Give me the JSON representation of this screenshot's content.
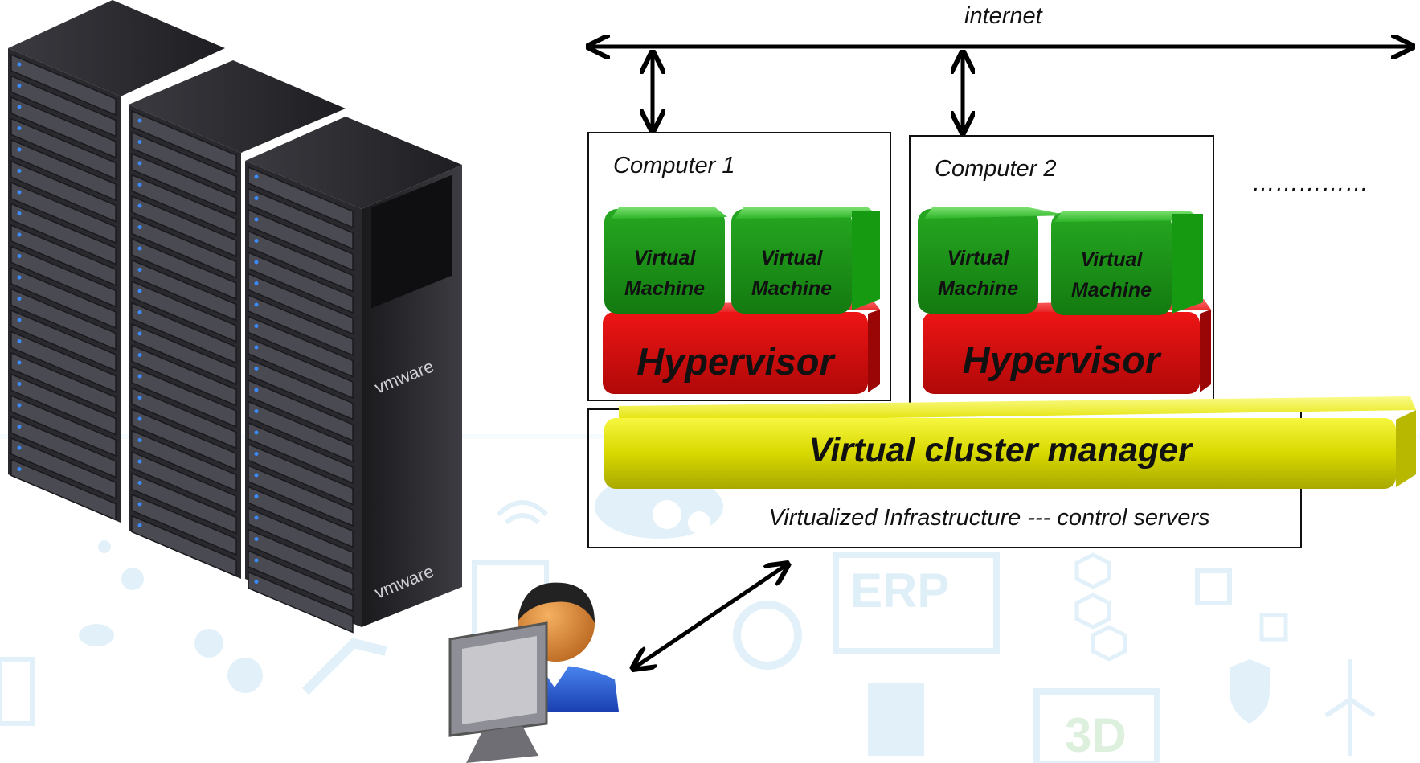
{
  "network": {
    "label": "internet"
  },
  "computers": [
    {
      "title": "Computer 1",
      "vms": [
        {
          "line1": "Virtual",
          "line2": "Machine"
        },
        {
          "line1": "Virtual",
          "line2": "Machine"
        }
      ],
      "hypervisor": "Hypervisor"
    },
    {
      "title": "Computer 2",
      "vms": [
        {
          "line1": "Virtual",
          "line2": "Machine"
        },
        {
          "line1": "Virtual",
          "line2": "Machine"
        }
      ],
      "hypervisor": "Hypervisor"
    }
  ],
  "ellipsis": "……………",
  "cluster": {
    "title": "Virtual cluster manager",
    "subtitle": "Virtualized Infrastructure --- control servers"
  },
  "server_brand": "vmware",
  "background_icons": {
    "erp_label": "ERP",
    "print_label": "3D"
  },
  "colors": {
    "vm_green": "#22a81e",
    "hypervisor_red": "#e01010",
    "cluster_yellow": "#e0e000",
    "rack_dark": "#2a2a2e",
    "user_blue": "#1f4fd0"
  }
}
